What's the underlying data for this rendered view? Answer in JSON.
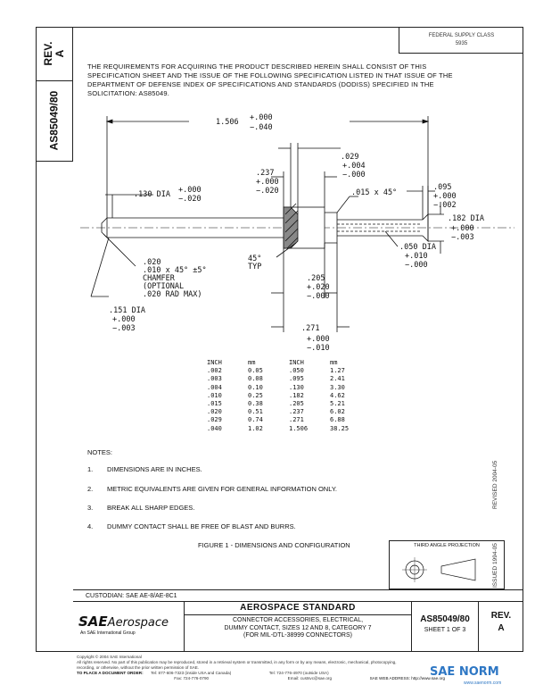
{
  "side": {
    "rev_label": "REV.",
    "rev_value": "A",
    "doc_number": "AS85049/80"
  },
  "fed_box": {
    "line1": "FEDERAL SUPPLY CLASS",
    "line2": "5935"
  },
  "requirements": "THE REQUIREMENTS FOR ACQUIRING THE PRODUCT DESCRIBED HEREIN SHALL CONSIST OF THIS SPECIFICATION SHEET AND THE ISSUE OF THE FOLLOWING SPECIFICATION LISTED IN THAT ISSUE OF THE DEPARTMENT OF DEFENSE INDEX OF SPECIFICATIONS AND STANDARDS (DODISS) SPECIFIED IN THE SOLICITATION: AS85049.",
  "dims": {
    "overall": {
      "nominal": "1.506",
      "tol_plus": "+.000",
      "tol_minus": "−.040"
    },
    "d029": {
      "nominal": ".029",
      "tol_plus": "+.004",
      "tol_minus": "−.000"
    },
    "d237": {
      "nominal": ".237",
      "tol_plus": "+.000",
      "tol_minus": "−.020"
    },
    "chamfer_top": ".015 x 45°",
    "d095": {
      "nominal": ".095",
      "tol_plus": "+.000",
      "tol_minus": "−.002"
    },
    "d130": {
      "nominal": ".130 DIA",
      "tol_plus": "+.000",
      "tol_minus": "−.020"
    },
    "d182": {
      "nominal": ".182 DIA",
      "tol_plus": "+.000",
      "tol_minus": "−.003"
    },
    "d050": {
      "nominal": ".050 DIA",
      "tol_plus": "+.010",
      "tol_minus": "−.000"
    },
    "chamfer_left": {
      "line1": ".020",
      "line2": ".010  x 45° ±5°",
      "line3": "CHAMFER",
      "line4": "(OPTIONAL",
      "line5": ".020 RAD MAX)"
    },
    "angle": {
      "line1": "45°",
      "line2": "TYP"
    },
    "d205": {
      "nominal": ".205",
      "tol_plus": "+.020",
      "tol_minus": "−.000"
    },
    "d151": {
      "nominal": ".151 DIA",
      "tol_plus": "+.000",
      "tol_minus": "−.003"
    },
    "d271": {
      "nominal": ".271",
      "tol_plus": "+.000",
      "tol_minus": "−.010"
    }
  },
  "conversion_table": {
    "headers": [
      "INCH",
      "mm"
    ],
    "left": [
      [
        ".002",
        "0.05"
      ],
      [
        ".003",
        "0.08"
      ],
      [
        ".004",
        "0.10"
      ],
      [
        ".010",
        "0.25"
      ],
      [
        ".015",
        "0.38"
      ],
      [
        ".020",
        "0.51"
      ],
      [
        ".029",
        "0.74"
      ],
      [
        ".040",
        "1.02"
      ]
    ],
    "right": [
      [
        ".050",
        "1.27"
      ],
      [
        ".095",
        "2.41"
      ],
      [
        ".130",
        "3.30"
      ],
      [
        ".182",
        "4.62"
      ],
      [
        ".205",
        "5.21"
      ],
      [
        ".237",
        "6.02"
      ],
      [
        ".271",
        "6.88"
      ],
      [
        "1.506",
        "38.25"
      ]
    ]
  },
  "notes_heading": "NOTES:",
  "notes": [
    {
      "num": "1.",
      "text": "DIMENSIONS ARE IN INCHES."
    },
    {
      "num": "2.",
      "text": "METRIC EQUIVALENTS ARE GIVEN FOR GENERAL INFORMATION ONLY."
    },
    {
      "num": "3.",
      "text": "BREAK ALL SHARP EDGES."
    },
    {
      "num": "4.",
      "text": "DUMMY CONTACT SHALL BE FREE OF BLAST AND BURRS."
    }
  ],
  "side_dates": {
    "revised": "REVISED 2004-05",
    "issued": "ISSUED 1994-05"
  },
  "figure_caption": "FIGURE 1 - DIMENSIONS AND CONFIGURATION",
  "projection_label": "THIRD ANGLE PROJECTION",
  "custodian": "CUSTODIAN: SAE AE-8/AE-8C1",
  "title_block": {
    "logo_sae": "SAE",
    "logo_aero": "Aerospace",
    "logo_sub": "An SAE International Group",
    "standard": "AEROSPACE STANDARD",
    "title_l1": "CONNECTOR ACCESSORIES, ELECTRICAL,",
    "title_l2": "DUMMY CONTACT, SIZES 12 AND 8, CATEGORY 7",
    "title_l3": "(FOR MIL-DTL-38999 CONNECTORS)",
    "doc_number": "AS85049/80",
    "sheet": "SHEET 1 OF 3",
    "rev_label": "REV.",
    "rev_value": "A"
  },
  "footer": {
    "copyright": "Copyright © 2004 SAE International",
    "rights": "All rights reserved. No part of this publication may be reproduced, stored in a retrieval system or transmitted, in any form or by any means, electronic, mechanical, photocopying,",
    "rights2": "recording, or otherwise, without the prior written permission of SAE.",
    "order_label": "TO PLACE A DOCUMENT ORDER:",
    "tel1": "Tel: 877-606-7323 (inside USA and Canada)",
    "tel2": "Tel: 724-776-4970 (outside USA)",
    "fax": "Fax: 724-776-0790",
    "email": "Email: custsvc@sae.org",
    "web": "SAE WEB ADDRESS: http://www.sae.org"
  },
  "watermark": {
    "brand": "SAE NORM",
    "site": "www.saenorm.com"
  },
  "colors": {
    "ink": "#111111",
    "watermark": "#2e77c4"
  }
}
